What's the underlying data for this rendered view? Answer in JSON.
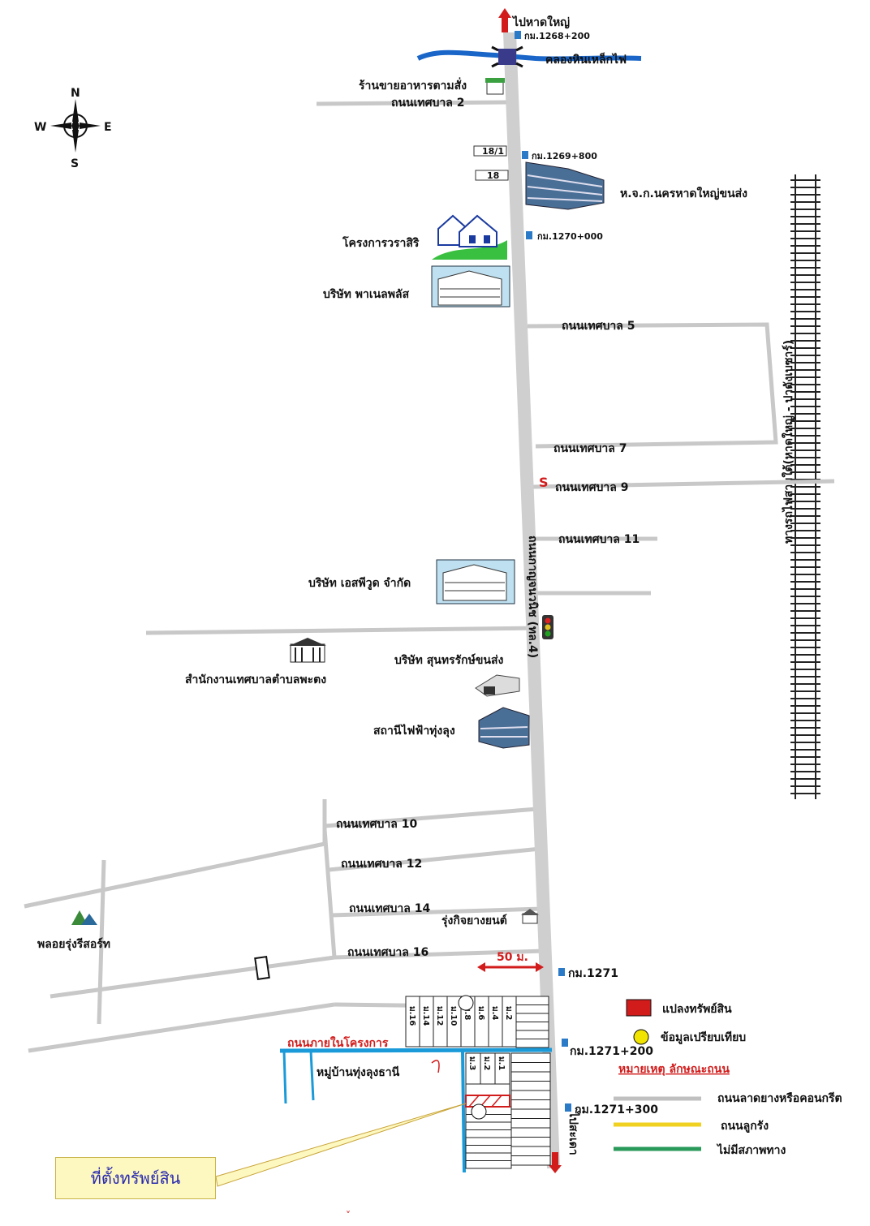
{
  "north_destination": "ไปหาดใหญ่",
  "south_destination": "ไปสะเดา",
  "compass": {
    "n": "N",
    "s": "S",
    "e": "E",
    "w": "W"
  },
  "km_markers": {
    "km1268": "กม.1268+200",
    "km1269": "กม.1269+800",
    "km1270": "กม.1270+000",
    "km1271": "กม.1271",
    "km1271_200": "กม.1271+200",
    "km1271_300": "กม.1271+300"
  },
  "canal": "คลองหินเหล็กไฟ",
  "main_road": "ถนนกาญจนวนิช (ทล.4)",
  "railway": "ทางรถไฟสายใต้(หาดใหญ่ - ปาดังเบซาร์)",
  "roads": {
    "r2": "ถนนเทศบาล 2",
    "r5": "ถนนเทศบาล 5",
    "r7": "ถนนเทศบาล 7",
    "r9": "ถนนเทศบาล 9",
    "r11": "ถนนเทศบาล 11",
    "r10": "ถนนเทศบาล 10",
    "r12": "ถนนเทศบาล 12",
    "r14": "ถนนเทศบาล 14",
    "r16": "ถนนเทศบาล 16",
    "internal": "ถนนภายในโครงการ"
  },
  "places": {
    "food_shop": "ร้านขายอาหารตามสั่ง",
    "house_18_1": "18/1",
    "house_18": "18",
    "company_hj": "ห.จ.ก.นครหาดใหญ่ขนส่ง",
    "warasiri": "โครงการวราสิริ",
    "panel_plus": "บริษัท พาเนลพลัส",
    "sp_wood": "บริษัท เอสพีวูด จำกัด",
    "municipal_office": "สำนักงานเทศบาลตำบลพะตง",
    "sunthorn": "บริษัท สุนทรรักษ์ขนส่ง",
    "power_station": "สถานีไฟฟ้าทุ่งลุง",
    "rungkit": "รุ่งกิจยางยนต์",
    "resort": "พลอยรุ่งรีสอร์ท",
    "village": "หมู่บ้านทุ่งลุงธานี"
  },
  "distance": "50 ม.",
  "plots_upper": [
    "ม.16",
    "ม.14",
    "ม.12",
    "ม.10",
    "ม.8",
    "ม.6",
    "ม.4",
    "ม.2"
  ],
  "plots_lower": [
    "ม.3",
    "ม.2",
    "ม.1"
  ],
  "legend": {
    "property": "แปลงทรัพย์สิน",
    "comparison": "ข้อมูลเปรียบเทียบ",
    "title": "หมายเหตุ ลักษณะถนน",
    "paved": "ถนนลาดยางหรือคอนกรีต",
    "laterite": "ถนนลูกรัง",
    "none": "ไม่มีสภาพทาง"
  },
  "callout": "ที่ตั้งทรัพย์สิน"
}
